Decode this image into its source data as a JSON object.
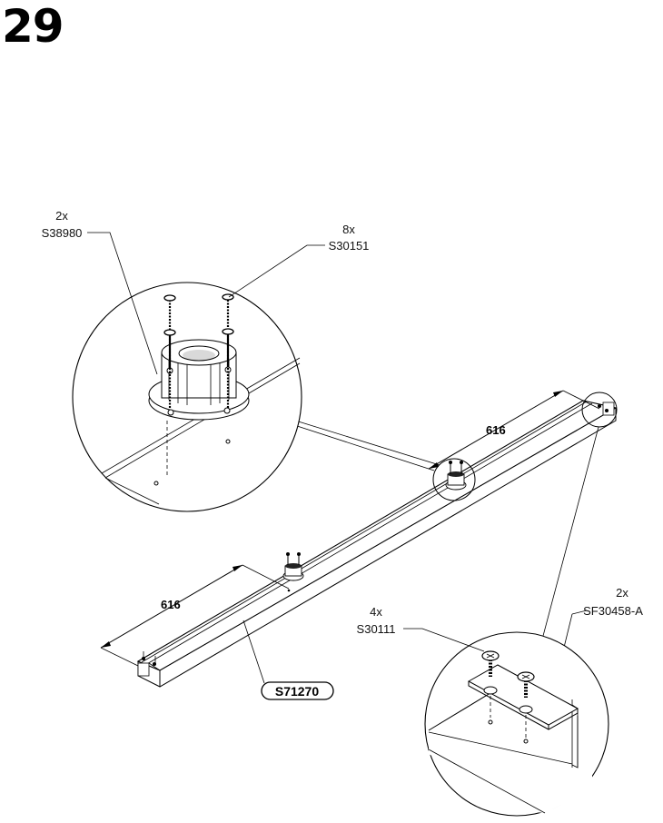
{
  "step": {
    "number": "29"
  },
  "parts": {
    "leg_base": {
      "qty": "2x",
      "code": "S38980"
    },
    "long_screw": {
      "qty": "8x",
      "code": "S30151"
    },
    "short_screw": {
      "qty": "4x",
      "code": "S30111"
    },
    "bracket": {
      "qty": "2x",
      "code": "SF30458-A"
    },
    "beam": {
      "code": "S71270"
    }
  },
  "dimensions": {
    "left_offset": "616",
    "right_offset": "616"
  }
}
